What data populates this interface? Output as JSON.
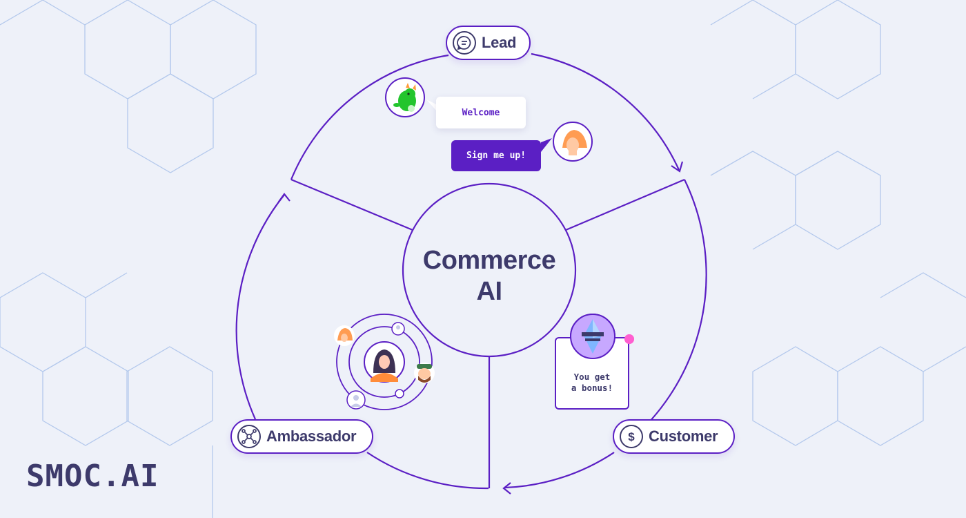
{
  "stages": {
    "lead": "Lead",
    "customer": "Customer",
    "ambassador": "Ambassador"
  },
  "center": {
    "line1": "Commerce",
    "line2": "AI"
  },
  "chat": {
    "welcome": "Welcome",
    "signup": "Sign me up!"
  },
  "bonus": {
    "line1": "You get",
    "line2": "a bonus!"
  },
  "logo": "SMOC.AI",
  "icons": {
    "lead": "chat-bubble-icon",
    "customer": "dollar-icon",
    "ambassador": "network-icon",
    "bonus": "crystal-gem-icon"
  },
  "colors": {
    "accent": "#5b1fc4",
    "text": "#3d3a6b",
    "background": "#eef1f9",
    "hexagon": "#a9bfe6",
    "notification": "#ff5fd0"
  }
}
